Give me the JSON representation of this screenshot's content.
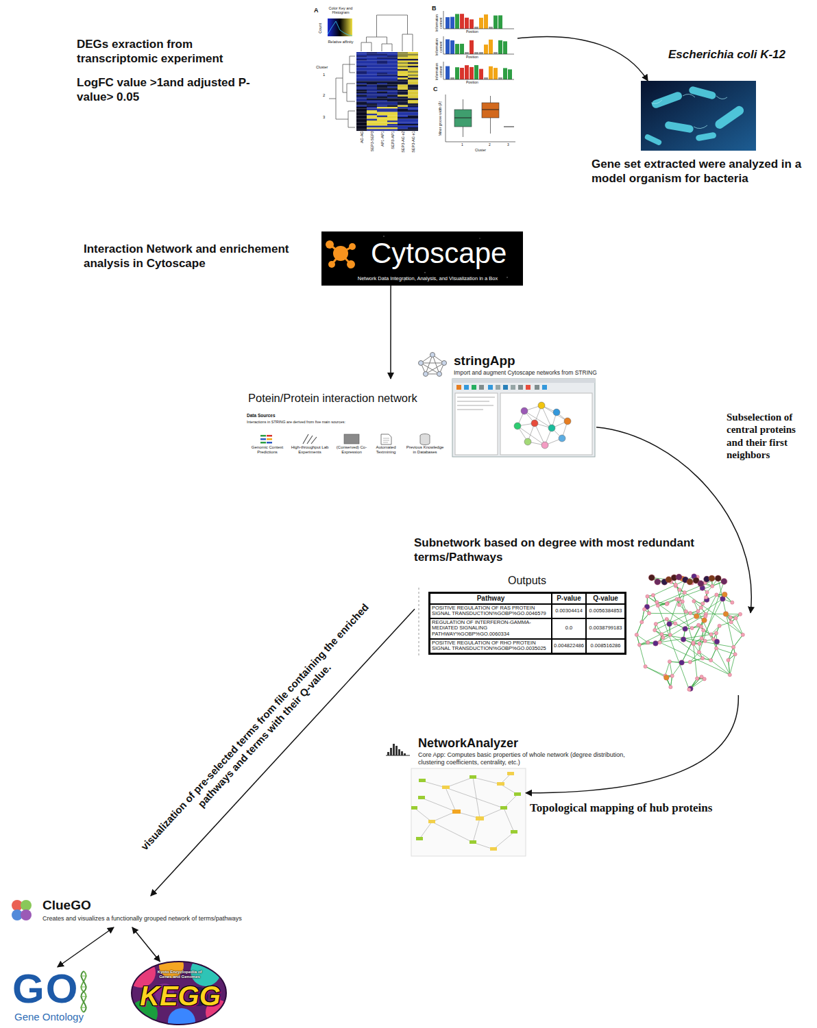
{
  "diagram": {
    "nodes": [
      {
        "text": [
          "A",
          "B",
          "C"
        ]
      },
      {
        "text": [
          "Escherichia coli K-12",
          "Gene set extracted were analyzed in a model organism for bacteria"
        ]
      },
      {
        "text": [
          "Interaction Network and enrichement analysis in Cytoscape",
          "Cytoscape",
          "Network Data Integration, Analysis, and Visualization in a Box"
        ]
      },
      {
        "text": [
          "stringApp",
          "Import and augment Cytoscape networks from STRING",
          "Potein/Protein interaction network",
          "Data Sources",
          "Interactions in STRING are derived from five main sources:",
          "Genomic Context Predictions",
          "High-throughput Lab Experiments",
          "(Conserved) Co-Expression",
          "Automated Textmining",
          "Previous Knowledge in Databases"
        ]
      },
      {
        "text": [
          "Subnetwork based on degree with most redundant terms/Pathways"
        ]
      },
      {
        "text": [
          "Outputs"
        ]
      },
      {
        "text": [
          "NetworkAnalyzer",
          "Core App: Computes basic properties of whole network (degree distribution, clustering coefficients, centrality, etc.)"
        ]
      },
      {
        "text": [
          "ClueGO",
          "Creates and visualizes a functionally grouped network of terms/pathways"
        ]
      },
      {
        "text": [
          "GO",
          "Gene Ontology"
        ]
      },
      {
        "text": [
          "Kyoto Encyclopedia of Genes and Genomes",
          "KEGG"
        ]
      }
    ],
    "edges": [
      {
        "from": 0,
        "to": 1,
        "arrow": "to"
      },
      {
        "from": 2,
        "to": 3,
        "arrow": "to"
      },
      {
        "from": 3,
        "to": 4,
        "label": "Subselection of central proteins and their first neighbors",
        "arrow": "to"
      },
      {
        "from": 4,
        "to": 6,
        "label": "Topological mapping of hub proteins",
        "arrow": "to"
      },
      {
        "from": 5,
        "to": 7,
        "label": "visualization of pre-selected terms from file containing the enriched pathways and terms with their Q-value.",
        "arrow": "to"
      },
      {
        "from": 7,
        "to": 8,
        "arrow": "both"
      },
      {
        "from": 7,
        "to": 9,
        "arrow": "both"
      }
    ],
    "labels": [
      "DEGs exraction from transcriptomic experiment",
      "LogFC value >1and adjusted P-value> 0.05",
      "Color Key and Histogram",
      "Count",
      "Relative affinity",
      "Cluster",
      "1",
      "2",
      "3",
      "AG-AG",
      "SEP3-SEP3",
      "AP1-AP1",
      "SEP3-AP1",
      "SEP3-AG e2",
      "SEP3-AG e1",
      "Information content",
      "Position",
      "Information content",
      "Position",
      "Information content",
      "Position",
      "Minor groove width (Å)",
      "Cluster",
      "1",
      "2",
      "3",
      "Pathway",
      "P-value",
      "Q-value",
      "POSITIVE REGULATION OF RAS PROTEIN SIGNAL TRANSDUCTION%GOBP%GO.0046579",
      "0.00304414",
      "0.0056384853",
      "REGULATION OF INTERFERON-GAMMA-MEDIATED SIGNALING PATHWAY%GOBP%GO.0060334",
      "0.0",
      "0.0038799183",
      "POSITIVE REGULATION OF RHO PROTEIN SIGNAL TRANSDUCTION%GOBP%GO.0035025",
      "0.004822486",
      "0.008516286"
    ]
  }
}
